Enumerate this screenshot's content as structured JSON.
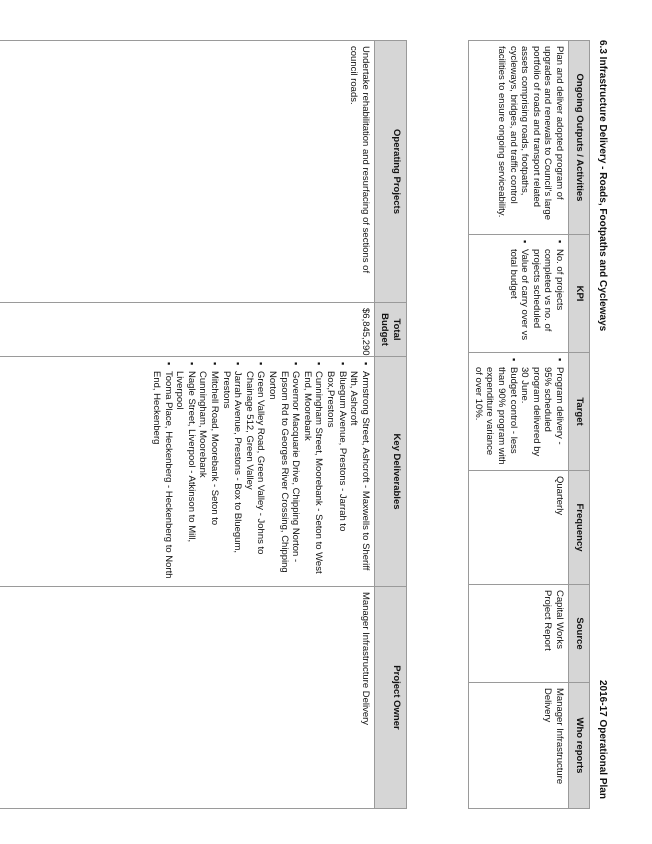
{
  "header": {
    "section_title": "6.3 Infrastructure Delivery - Roads, Footpaths and Cycleways",
    "plan_title": "2016-17 Operational Plan"
  },
  "kpi_table": {
    "headers": [
      "Ongoing Outputs / Activities",
      "KPI",
      "Target",
      "Frequency",
      "Source",
      "Who reports"
    ],
    "row": {
      "activity": "Plan and deliver adopted program of upgrades and renewals to Council's large portfolio of roads and transport related assets comprising roads, footpaths, cycleways, bridges, and traffic control facilities to ensure ongoing serviceability.",
      "kpi": [
        "No. of projects completed vs no. of projects scheduled",
        "Value of carry over vs total budget"
      ],
      "target": [
        "Program delivery - 95% scheduled program delivered by 30 June.",
        "Budget control - less than 90% program with expenditure variance of over 10%."
      ],
      "frequency": "Quarterly",
      "source": "Capital Works Project Report",
      "who_reports": "Manager Infrastructure Delivery"
    }
  },
  "projects_table": {
    "headers": [
      "Operating Projects",
      "Total Budget",
      "Key Deliverables",
      "Project Owner"
    ],
    "row": {
      "project": "Undertake rehabilitation and resurfacing of sections of council roads.",
      "budget": "$6,845,290",
      "deliverables": [
        "Armstrong Street, Ashcroft - Maxwells to Sheriff Nth, Ashcroft",
        "Bluegum Avenue, Prestons - Jarrah to Box,Prestons",
        "Cunningham Street, Moorebank - Seton to West End, Moorebank",
        "Governor Macquarie Drive, Chipping Norton - Epsom Rd to Georges River Crossing, Chipping Norton",
        "Green Valley Road, Green Valley - Johns to Chainage 512, Green Valley",
        "Jarrah Avenue, Prestons - Box to Bluegum, Prestons",
        "Mitchell Road, Moorebank - Seton to Cunningham, Moorebank",
        "Nagle Street, Liverpool - Atkinson to Mill, Liverpool",
        "Tooma Place, Heckenberg - Heckenberg to North End, Heckenberg"
      ],
      "owner": "Manager Infrastructure Delivery"
    }
  }
}
